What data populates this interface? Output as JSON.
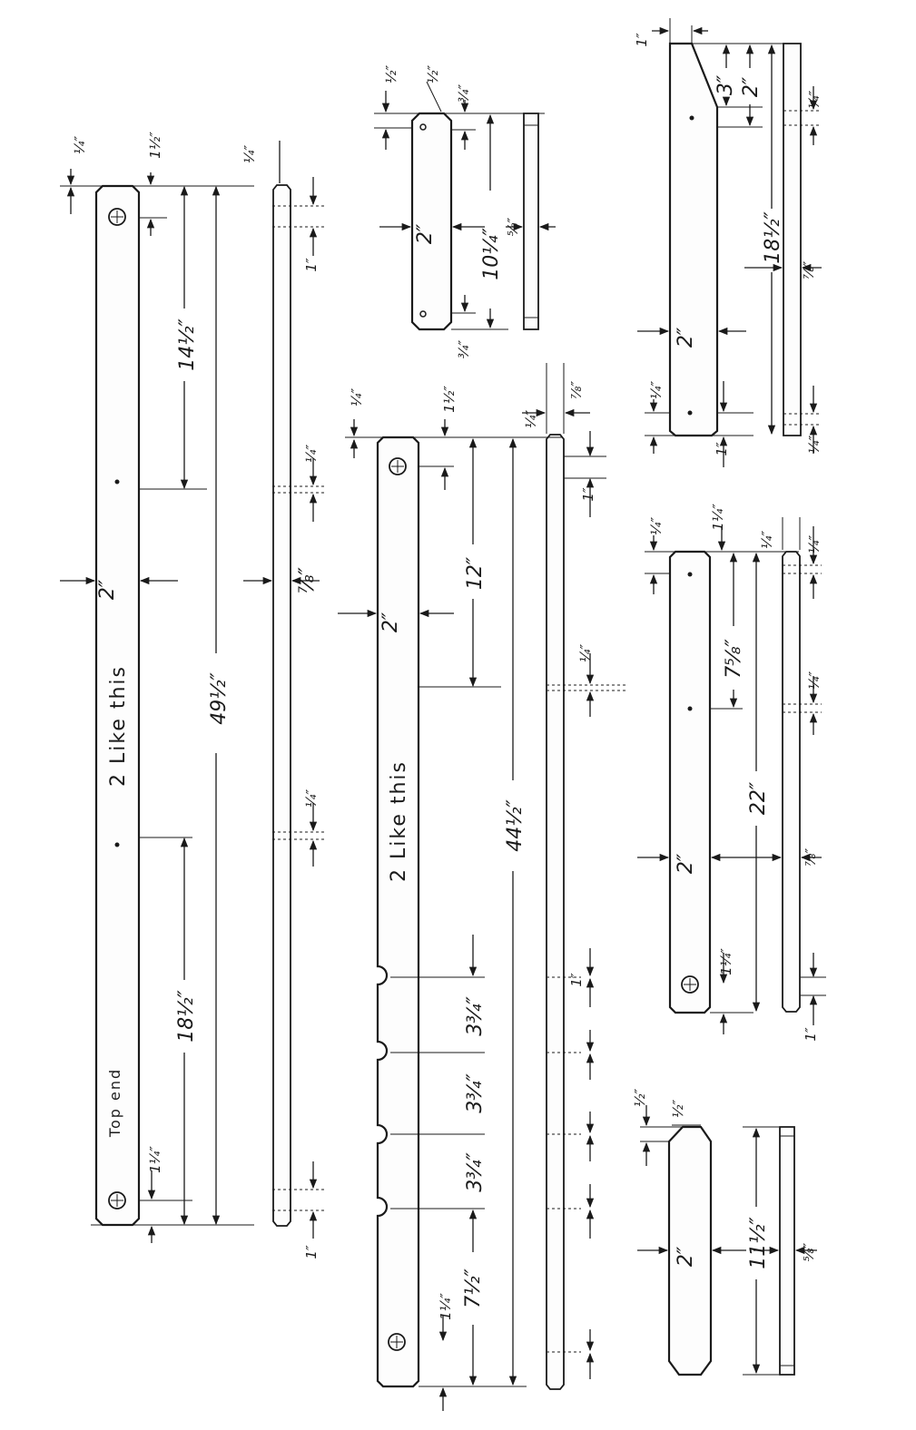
{
  "parts": {
    "long_rail": {
      "label_count": "2 Like this",
      "label_end": "Top end",
      "dims": {
        "length": "49½″",
        "upper_span": "14½″",
        "lower_span": "18½″",
        "width": "2″",
        "thickness": "⅞″",
        "end_offset": "¼″",
        "hole_top_offset": "1½″",
        "hole_bottom_offset": "1¼″",
        "edge_mark_top": "¼″",
        "edge_mark_upper": "1″",
        "edge_mark_mid": "¼″",
        "edge_mark_lower": "¼″",
        "edge_mark_bottom": "1″"
      }
    },
    "notched_rail": {
      "label_count": "2 Like this",
      "dims": {
        "length": "44½″",
        "upper_span": "12″",
        "notch_1": "3¾″",
        "notch_2": "3¾″",
        "notch_3": "3¾″",
        "bottom_span": "7½″",
        "width": "2″",
        "thickness": "⅞″",
        "end_offset": "¼″",
        "hole_top_offset": "1½″",
        "hole_bottom_offset": "1¼″",
        "side_top": "¼″",
        "edge_mark_upper": "1″",
        "edge_mark_mid": "¼″",
        "edge_mark_notch": "1″"
      }
    },
    "short_block": {
      "dims": {
        "length": "10¼″",
        "width": "2″",
        "thickness": "⅝″",
        "corner_top": "¾″",
        "corner_bottom": "¾″",
        "hole_offset": "½″",
        "chamfer": "½″"
      }
    },
    "angled_piece": {
      "dims": {
        "length": "18½″",
        "taper_span": "3″",
        "taper_length": "2″",
        "width": "2″",
        "thickness": "⅞″",
        "top_mark": "1″",
        "bottom_offset": "¼″",
        "bottom_hole": "1″",
        "edge_mark_top": "¼″",
        "edge_mark_bottom": "¼″"
      }
    },
    "mid_piece": {
      "dims": {
        "length": "22″",
        "hole_span": "7⅝″",
        "width": "2″",
        "thickness": "⅞″",
        "top_offset": "¼″",
        "top_hole": "1¼″",
        "side_top": "¼″",
        "edge_mark_top": "¼″",
        "edge_mark_mid": "¼″",
        "hole_bottom": "1¼″",
        "edge_mark_bottom": "1″"
      }
    },
    "small_piece": {
      "dims": {
        "length": "11½″",
        "width": "2″",
        "thickness": "⅝″",
        "chamfer_a": "½″",
        "chamfer_b": "½″"
      }
    }
  }
}
